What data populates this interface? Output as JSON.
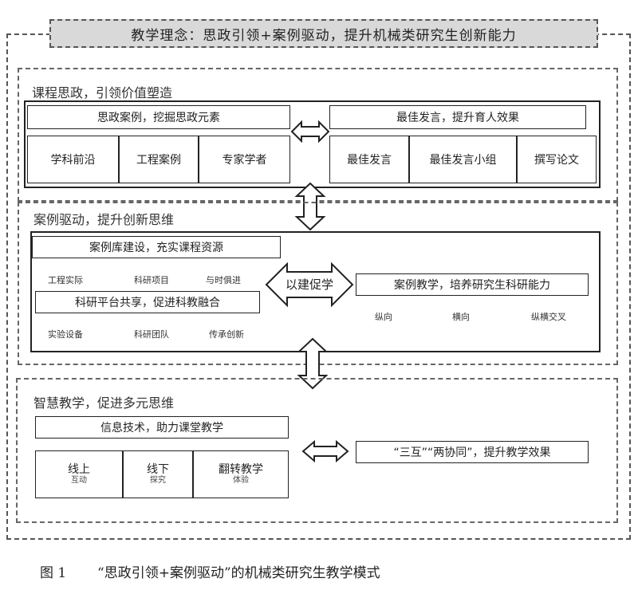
{
  "header": {
    "title": "教学理念：思政引领+案例驱动，提升机械类研究生创新能力"
  },
  "section1": {
    "title": "课程思政，引领价值塑造",
    "left_box": "思政案例，挖掘思政元素",
    "left_cells": [
      "学科前沿",
      "工程案例",
      "专家学者"
    ],
    "right_box": "最佳发言，提升育人效果",
    "right_cells": [
      "最佳发言",
      "最佳发言小组",
      "撰写论文"
    ]
  },
  "section2": {
    "title": "案例驱动，提升创新思维",
    "box1": "案例库建设，充实课程资源",
    "labels_row1": [
      "工程实际",
      "科研项目",
      "与时俱进"
    ],
    "box2": "科研平台共享，促进科教融合",
    "labels_row2": [
      "实验设备",
      "科研团队",
      "传承创新"
    ],
    "arrow_label": "以建促学",
    "box3": "案例教学，培养研究生科研能力",
    "labels_row3": [
      "纵向",
      "横向",
      "纵横交叉"
    ]
  },
  "section3": {
    "title": "智慧教学，促进多元思维",
    "box1": "信息技术，助力课堂教学",
    "cells": [
      {
        "main": "线上",
        "sub": "互动"
      },
      {
        "main": "线下",
        "sub": "探究"
      },
      {
        "main": "翻转教学",
        "sub": "体验"
      }
    ],
    "right_box": "“三互”“两协同”，提升教学效果"
  },
  "caption": {
    "fig": "图 1",
    "text": "“思政引领+案例驱动”的机械类研究生教学模式"
  }
}
